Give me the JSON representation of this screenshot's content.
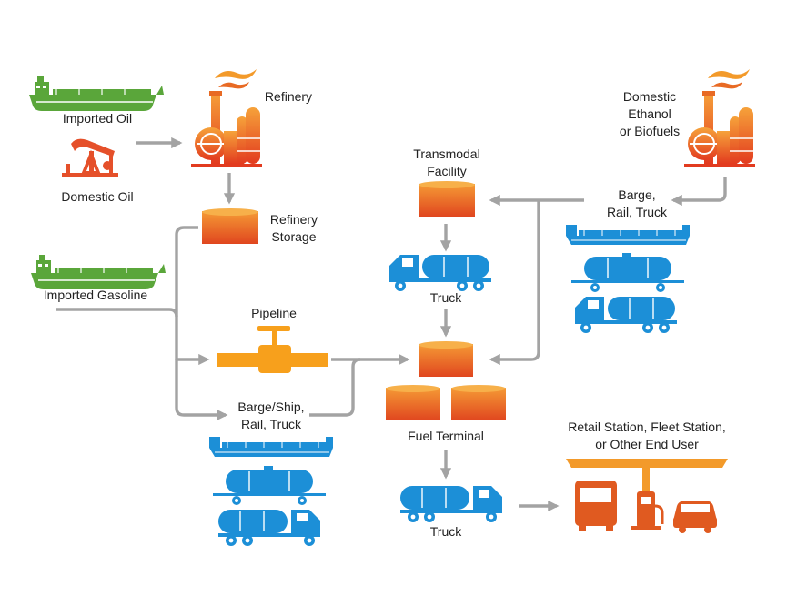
{
  "labels": {
    "imported_oil": "Imported Oil",
    "domestic_oil": "Domestic Oil",
    "refinery": "Refinery",
    "refinery_storage": "Refinery\nStorage",
    "imported_gasoline": "Imported Gasoline",
    "pipeline": "Pipeline",
    "barge_ship_rail_truck": "Barge/Ship,\nRail, Truck",
    "transmodal_facility": "Transmodal\nFacility",
    "truck_transmodal": "Truck",
    "fuel_terminal": "Fuel Terminal",
    "truck_terminal": "Truck",
    "domestic_ethanol": "Domestic\nEthanol\nor Biofuels",
    "barge_rail_truck": "Barge,\nRail, Truck",
    "retail_station": "Retail Station, Fleet Station,\nor Other End User"
  },
  "colors": {
    "ship": "#5aa63a",
    "refinery_top": "#f6a23a",
    "refinery_bottom": "#e23b1f",
    "tank_top": "#f59a35",
    "tank_bottom": "#e0461f",
    "pipeline": "#f7a01c",
    "vehicle": "#1c8fd7",
    "station_roof": "#f39a2a",
    "station_items": "#e05a20",
    "flow_line": "#a3a3a3"
  },
  "icons": [
    "ship-icon",
    "oil-pump-icon",
    "refinery-icon",
    "storage-tank-icon",
    "pipeline-icon",
    "barge-icon",
    "rail-tank-car-icon",
    "tanker-truck-icon",
    "fuel-station-icon"
  ]
}
